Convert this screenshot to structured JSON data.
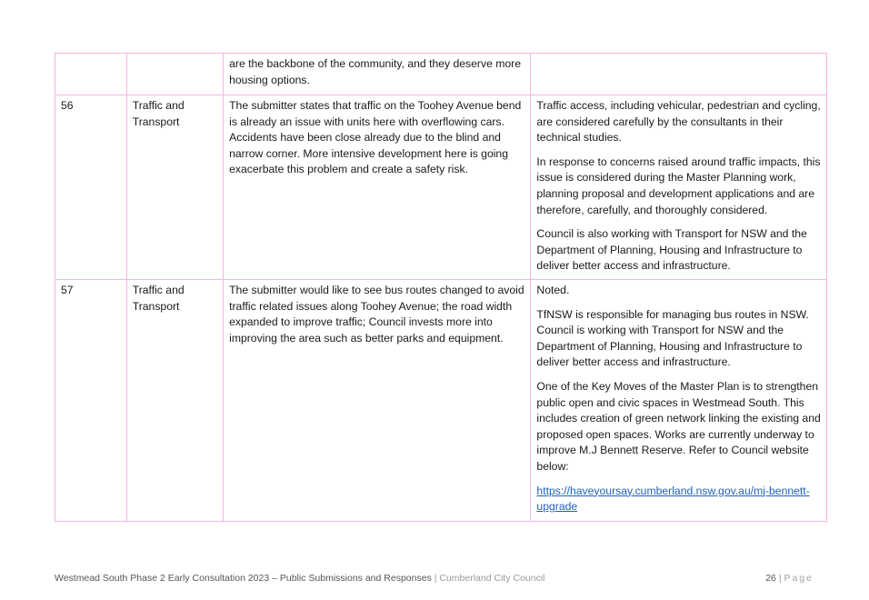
{
  "rows": [
    {
      "num": "",
      "topic": "",
      "submission": "are the backbone of the community, and they deserve more housing options.",
      "response": []
    },
    {
      "num": "56",
      "topic": "Traffic and Transport",
      "submission": "The submitter states that traffic on the Toohey Avenue bend is already an issue with units here with overflowing cars. Accidents have been close already due to the blind and narrow corner. More intensive development here is going exacerbate this problem and create a safety risk.",
      "response": [
        "Traffic access, including vehicular, pedestrian and cycling, are considered carefully by the consultants in their technical studies.",
        "In response to concerns raised around traffic impacts, this issue is considered during the Master Planning work, planning proposal and development applications and are therefore, carefully, and thoroughly considered.",
        "Council is also working with Transport for NSW and the Department of Planning, Housing and Infrastructure to deliver better access and infrastructure."
      ]
    },
    {
      "num": "57",
      "topic": "Traffic and Transport",
      "submission": "The submitter would like to see bus routes changed to avoid traffic related issues along Toohey Avenue; the road width expanded to improve traffic; Council invests more into improving the area such as better parks and equipment.",
      "response": [
        "Noted.",
        "TfNSW is responsible for managing bus routes in NSW. Council is working with Transport for NSW and the Department of Planning, Housing and Infrastructure to deliver better access and infrastructure.",
        "One of the Key Moves of the Master Plan is to strengthen public open and civic spaces in Westmead South. This includes creation of green network linking the existing and proposed open spaces. Works are currently underway to improve M.J Bennett Reserve. Refer to Council website below:"
      ],
      "link": "https://haveyoursay.cumberland.nsw.gov.au/mj-bennett-upgrade"
    }
  ],
  "footer": {
    "doc_title": "Westmead South Phase 2 Early Consultation 2023 – Public Submissions and Responses",
    "separator": "|",
    "org": "Cumberland City Council",
    "page_number": "26",
    "page_sep": "|",
    "page_word": "Page"
  }
}
